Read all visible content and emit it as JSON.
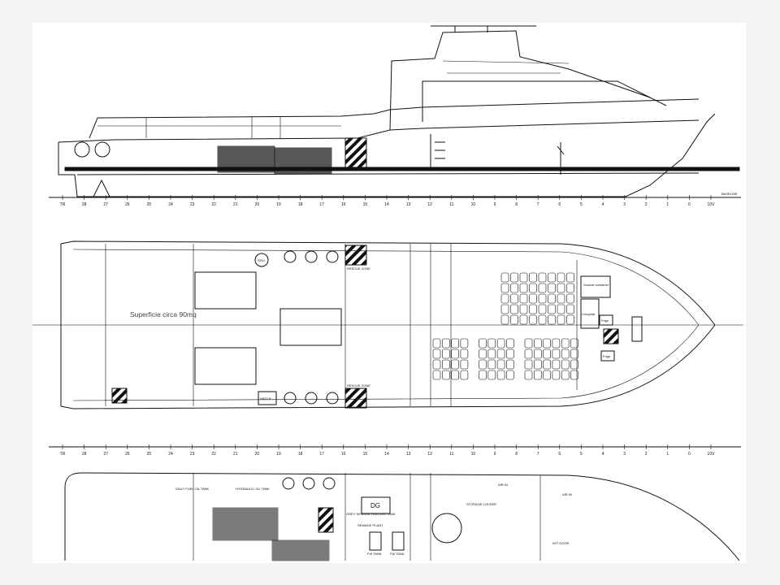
{
  "drawing": {
    "frame_labels": [
      "TR",
      "28",
      "27",
      "26",
      "25",
      "24",
      "23",
      "22",
      "21",
      "20",
      "19",
      "18",
      "17",
      "16",
      "15",
      "14",
      "13",
      "12",
      "11",
      "10",
      "9",
      "8",
      "7",
      "6",
      "5",
      "4",
      "3",
      "2",
      "1",
      "0",
      "10V"
    ],
    "baseline_label": "BASELINE",
    "profile": {
      "rescue_zone": "RESCUE ZONE"
    },
    "main_deck": {
      "area_note": "Superficie circa 90mq",
      "crane_label": "GRU",
      "rescue_zone_label": "RESCUE ZONE",
      "hatch_label": "HATCH",
      "container_label": "Scarole container",
      "freezer_label": "Congelat.",
      "fridge_label_1": "Frigo",
      "fridge_label_2": "Frigo"
    },
    "lower_deck": {
      "hydraulic_tank": "HYDRAULIC OIL TANK",
      "fuel_tank": "DAILY FUEL OIL TANK",
      "dg": "DG",
      "sewage_tank": "GREY SEWAGE HOLDING TANK",
      "sewage_plant": "SEWAGE PLANT",
      "fw_tank_1": "FW TANK",
      "fw_tank_2": "FW TANK",
      "air_in_1": "AIR IN",
      "air_in_2": "AIR IN",
      "locker": "STORAGE LOCKER",
      "wt_door": "W/T DOOR"
    }
  }
}
